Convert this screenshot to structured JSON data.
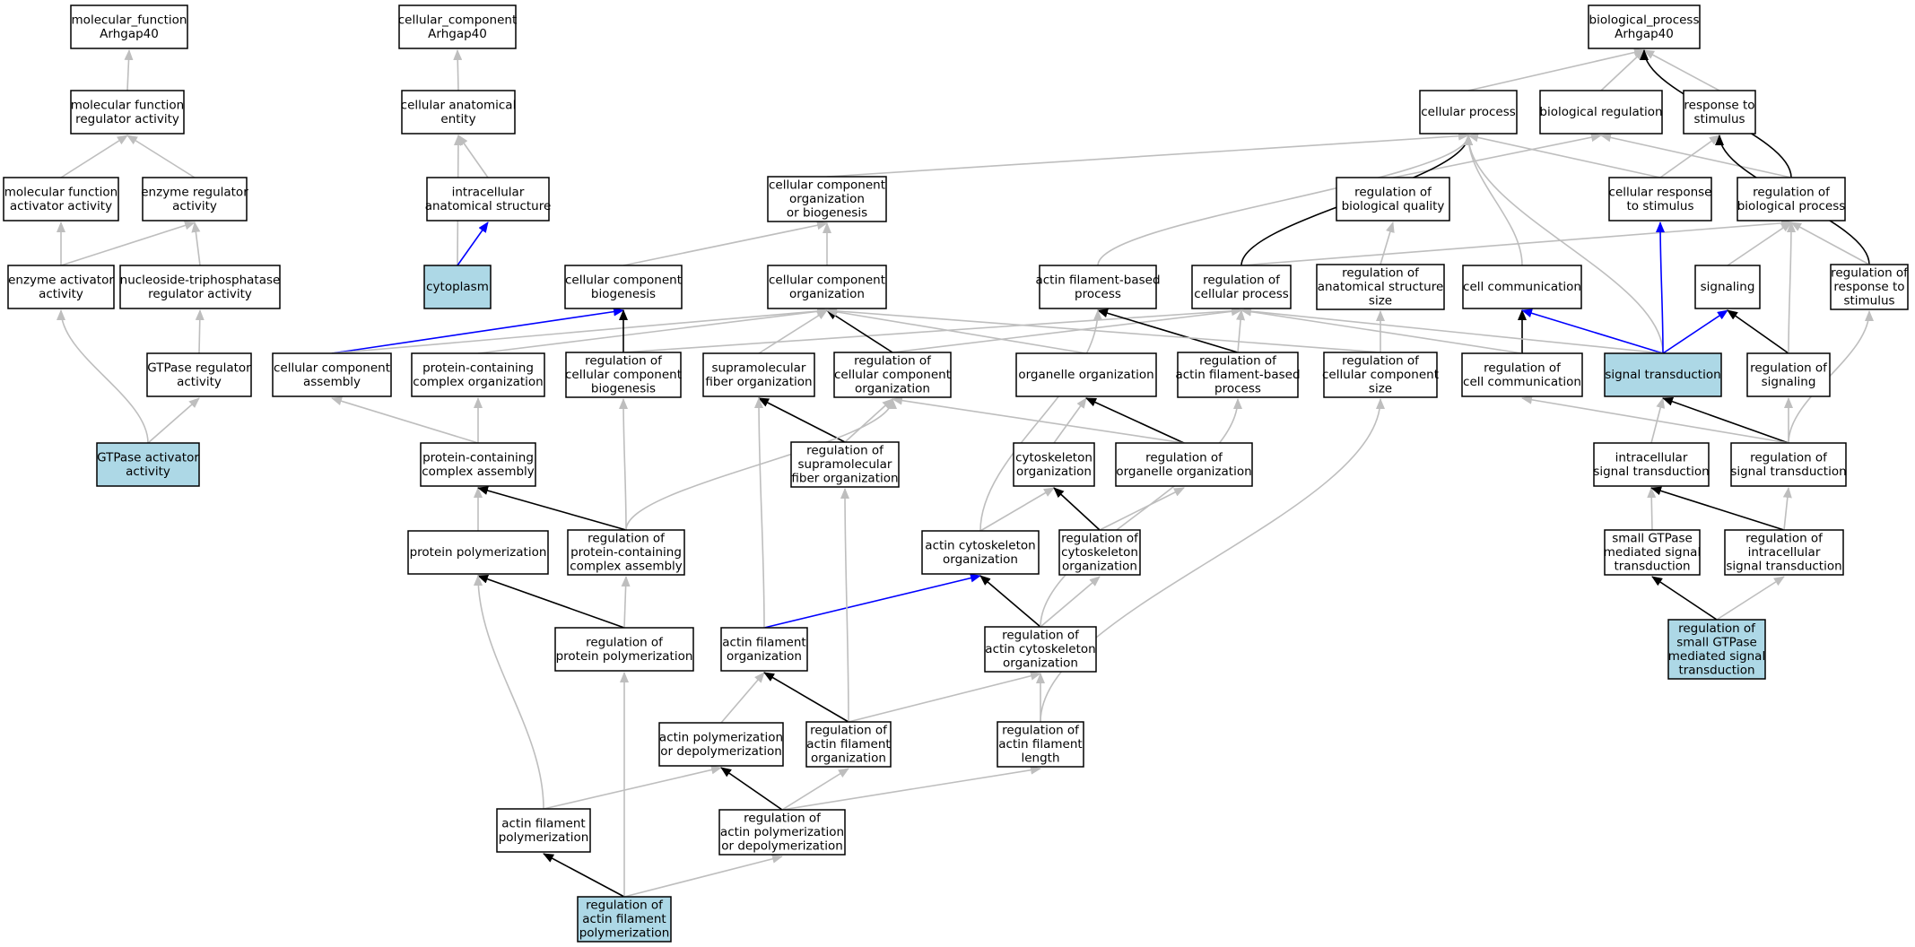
{
  "colors": {
    "node_fill": "#ffffff",
    "highlight_fill": "#add8e6",
    "edge_gray": "#bebebe",
    "edge_black": "#000000",
    "edge_blue": "#0000ff"
  },
  "nodes": [
    {
      "id": "mf",
      "lines": [
        "molecular_function",
        "Arhgap40"
      ],
      "highlight": false
    },
    {
      "id": "cc",
      "lines": [
        "cellular_component",
        "Arhgap40"
      ],
      "highlight": false
    },
    {
      "id": "bp",
      "lines": [
        "biological_process",
        "Arhgap40"
      ],
      "highlight": false
    },
    {
      "id": "mfra",
      "lines": [
        "molecular function",
        "regulator activity"
      ],
      "highlight": false
    },
    {
      "id": "cae",
      "lines": [
        "cellular anatomical",
        "entity"
      ],
      "highlight": false
    },
    {
      "id": "cellproc",
      "lines": [
        "cellular process"
      ],
      "highlight": false
    },
    {
      "id": "bioreg",
      "lines": [
        "biological regulation"
      ],
      "highlight": false
    },
    {
      "id": "rts",
      "lines": [
        "response to",
        "stimulus"
      ],
      "highlight": false
    },
    {
      "id": "mfaa",
      "lines": [
        "molecular function",
        "activator activity"
      ],
      "highlight": false
    },
    {
      "id": "enzra",
      "lines": [
        "enzyme regulator",
        "activity"
      ],
      "highlight": false
    },
    {
      "id": "ias",
      "lines": [
        "intracellular",
        "anatomical structure"
      ],
      "highlight": false
    },
    {
      "id": "ccob",
      "lines": [
        "cellular component",
        "organization",
        "or biogenesis"
      ],
      "highlight": false
    },
    {
      "id": "robq",
      "lines": [
        "regulation of",
        "biological quality"
      ],
      "highlight": false
    },
    {
      "id": "crts",
      "lines": [
        "cellular response",
        "to stimulus"
      ],
      "highlight": false
    },
    {
      "id": "robp",
      "lines": [
        "regulation of",
        "biological process"
      ],
      "highlight": false
    },
    {
      "id": "enzaa",
      "lines": [
        "enzyme activator",
        "activity"
      ],
      "highlight": false
    },
    {
      "id": "ntpra",
      "lines": [
        "nucleoside-triphosphatase",
        "regulator activity"
      ],
      "highlight": false
    },
    {
      "id": "cytoplasm",
      "lines": [
        "cytoplasm"
      ],
      "highlight": true
    },
    {
      "id": "ccb",
      "lines": [
        "cellular component",
        "biogenesis"
      ],
      "highlight": false
    },
    {
      "id": "cco",
      "lines": [
        "cellular component",
        "organization"
      ],
      "highlight": false
    },
    {
      "id": "afbp",
      "lines": [
        "actin filament-based",
        "process"
      ],
      "highlight": false
    },
    {
      "id": "rocp",
      "lines": [
        "regulation of",
        "cellular process"
      ],
      "highlight": false
    },
    {
      "id": "roass",
      "lines": [
        "regulation of",
        "anatomical structure",
        "size"
      ],
      "highlight": false
    },
    {
      "id": "cellcomm",
      "lines": [
        "cell communication"
      ],
      "highlight": false
    },
    {
      "id": "signaling",
      "lines": [
        "signaling"
      ],
      "highlight": false
    },
    {
      "id": "rorts",
      "lines": [
        "regulation of",
        "response to",
        "stimulus"
      ],
      "highlight": false
    },
    {
      "id": "gtpra",
      "lines": [
        "GTPase regulator",
        "activity"
      ],
      "highlight": false
    },
    {
      "id": "cca",
      "lines": [
        "cellular component",
        "assembly"
      ],
      "highlight": false
    },
    {
      "id": "pcco",
      "lines": [
        "protein-containing",
        "complex organization"
      ],
      "highlight": false
    },
    {
      "id": "roccb",
      "lines": [
        "regulation of",
        "cellular component",
        "biogenesis"
      ],
      "highlight": false
    },
    {
      "id": "sfo",
      "lines": [
        "supramolecular",
        "fiber organization"
      ],
      "highlight": false
    },
    {
      "id": "rocco",
      "lines": [
        "regulation of",
        "cellular component",
        "organization"
      ],
      "highlight": false
    },
    {
      "id": "oo",
      "lines": [
        "organelle organization"
      ],
      "highlight": false
    },
    {
      "id": "roafbp",
      "lines": [
        "regulation of",
        "actin filament-based",
        "process"
      ],
      "highlight": false
    },
    {
      "id": "roccs",
      "lines": [
        "regulation of",
        "cellular component",
        "size"
      ],
      "highlight": false
    },
    {
      "id": "rocc",
      "lines": [
        "regulation of",
        "cell communication"
      ],
      "highlight": false
    },
    {
      "id": "st",
      "lines": [
        "signal transduction"
      ],
      "highlight": true
    },
    {
      "id": "ros",
      "lines": [
        "regulation of",
        "signaling"
      ],
      "highlight": false
    },
    {
      "id": "gtpaa",
      "lines": [
        "GTPase activator",
        "activity"
      ],
      "highlight": true
    },
    {
      "id": "pcca",
      "lines": [
        "protein-containing",
        "complex assembly"
      ],
      "highlight": false
    },
    {
      "id": "rosfo",
      "lines": [
        "regulation of",
        "supramolecular",
        "fiber organization"
      ],
      "highlight": false
    },
    {
      "id": "cso",
      "lines": [
        "cytoskeleton",
        "organization"
      ],
      "highlight": false
    },
    {
      "id": "rooo",
      "lines": [
        "regulation of",
        "organelle organization"
      ],
      "highlight": false
    },
    {
      "id": "ist",
      "lines": [
        "intracellular",
        "signal transduction"
      ],
      "highlight": false
    },
    {
      "id": "rost",
      "lines": [
        "regulation of",
        "signal transduction"
      ],
      "highlight": false
    },
    {
      "id": "pp",
      "lines": [
        "protein polymerization"
      ],
      "highlight": false
    },
    {
      "id": "ropcca",
      "lines": [
        "regulation of",
        "protein-containing",
        "complex assembly"
      ],
      "highlight": false
    },
    {
      "id": "aco",
      "lines": [
        "actin cytoskeleton",
        "organization"
      ],
      "highlight": false
    },
    {
      "id": "roco",
      "lines": [
        "regulation of",
        "cytoskeleton",
        "organization"
      ],
      "highlight": false
    },
    {
      "id": "sgtpst",
      "lines": [
        "small GTPase",
        "mediated signal",
        "transduction"
      ],
      "highlight": false
    },
    {
      "id": "roist",
      "lines": [
        "regulation of",
        "intracellular",
        "signal transduction"
      ],
      "highlight": false
    },
    {
      "id": "ropp",
      "lines": [
        "regulation of",
        "protein polymerization"
      ],
      "highlight": false
    },
    {
      "id": "afo",
      "lines": [
        "actin filament",
        "organization"
      ],
      "highlight": false
    },
    {
      "id": "roaco",
      "lines": [
        "regulation of",
        "actin cytoskeleton",
        "organization"
      ],
      "highlight": false
    },
    {
      "id": "rosgtp",
      "lines": [
        "regulation of",
        "small GTPase",
        "mediated signal",
        "transduction"
      ],
      "highlight": true
    },
    {
      "id": "apod",
      "lines": [
        "actin polymerization",
        "or depolymerization"
      ],
      "highlight": false
    },
    {
      "id": "roafo",
      "lines": [
        "regulation of",
        "actin filament",
        "organization"
      ],
      "highlight": false
    },
    {
      "id": "roafl",
      "lines": [
        "regulation of",
        "actin filament",
        "length"
      ],
      "highlight": false
    },
    {
      "id": "afp",
      "lines": [
        "actin filament",
        "polymerization"
      ],
      "highlight": false
    },
    {
      "id": "roapod",
      "lines": [
        "regulation of",
        "actin polymerization",
        "or depolymerization"
      ],
      "highlight": false
    },
    {
      "id": "roafp",
      "lines": [
        "regulation of",
        "actin filament",
        "polymerization"
      ],
      "highlight": true
    }
  ],
  "edges": [
    {
      "from": "mfra",
      "to": "mf",
      "color": "gray"
    },
    {
      "from": "mfaa",
      "to": "mfra",
      "color": "gray"
    },
    {
      "from": "enzra",
      "to": "mfra",
      "color": "gray"
    },
    {
      "from": "enzaa",
      "to": "mfaa",
      "color": "gray"
    },
    {
      "from": "enzaa",
      "to": "enzra",
      "color": "gray"
    },
    {
      "from": "ntpra",
      "to": "enzra",
      "color": "gray"
    },
    {
      "from": "gtpra",
      "to": "ntpra",
      "color": "gray"
    },
    {
      "from": "gtpaa",
      "to": "enzaa",
      "color": "gray"
    },
    {
      "from": "gtpaa",
      "to": "gtpra",
      "color": "gray"
    },
    {
      "from": "cae",
      "to": "cc",
      "color": "gray"
    },
    {
      "from": "ias",
      "to": "cae",
      "color": "gray"
    },
    {
      "from": "cytoplasm",
      "to": "cae",
      "color": "gray"
    },
    {
      "from": "cytoplasm",
      "to": "ias",
      "color": "blue"
    },
    {
      "from": "cellproc",
      "to": "bp",
      "color": "gray"
    },
    {
      "from": "bioreg",
      "to": "bp",
      "color": "gray"
    },
    {
      "from": "rts",
      "to": "bp",
      "color": "gray"
    },
    {
      "from": "robp",
      "to": "bp",
      "color": "black"
    },
    {
      "from": "ccob",
      "to": "cellproc",
      "color": "gray"
    },
    {
      "from": "robq",
      "to": "bioreg",
      "color": "gray"
    },
    {
      "from": "crts",
      "to": "cellproc",
      "color": "gray"
    },
    {
      "from": "crts",
      "to": "rts",
      "color": "gray"
    },
    {
      "from": "robp",
      "to": "bioreg",
      "color": "gray"
    },
    {
      "from": "rorts",
      "to": "rts",
      "color": "black"
    },
    {
      "from": "ccb",
      "to": "ccob",
      "color": "gray"
    },
    {
      "from": "cco",
      "to": "ccob",
      "color": "gray"
    },
    {
      "from": "afbp",
      "to": "cellproc",
      "color": "gray"
    },
    {
      "from": "rocp",
      "to": "cellproc",
      "color": "black"
    },
    {
      "from": "rocp",
      "to": "robp",
      "color": "gray"
    },
    {
      "from": "roass",
      "to": "robq",
      "color": "gray"
    },
    {
      "from": "cellcomm",
      "to": "cellproc",
      "color": "gray"
    },
    {
      "from": "signaling",
      "to": "robp",
      "color": "gray"
    },
    {
      "from": "rorts",
      "to": "robp",
      "color": "gray"
    },
    {
      "from": "cca",
      "to": "ccb",
      "color": "blue"
    },
    {
      "from": "cca",
      "to": "cco",
      "color": "gray"
    },
    {
      "from": "pcco",
      "to": "cco",
      "color": "gray"
    },
    {
      "from": "roccb",
      "to": "ccb",
      "color": "black"
    },
    {
      "from": "roccb",
      "to": "rocp",
      "color": "gray"
    },
    {
      "from": "sfo",
      "to": "cco",
      "color": "gray"
    },
    {
      "from": "rocco",
      "to": "cco",
      "color": "black"
    },
    {
      "from": "rocco",
      "to": "rocp",
      "color": "gray"
    },
    {
      "from": "oo",
      "to": "cco",
      "color": "gray"
    },
    {
      "from": "roafbp",
      "to": "afbp",
      "color": "black"
    },
    {
      "from": "roafbp",
      "to": "rocp",
      "color": "gray"
    },
    {
      "from": "roccs",
      "to": "roass",
      "color": "gray"
    },
    {
      "from": "roccs",
      "to": "cco",
      "color": "gray"
    },
    {
      "from": "rocc",
      "to": "cellcomm",
      "color": "black"
    },
    {
      "from": "rocc",
      "to": "rocp",
      "color": "gray"
    },
    {
      "from": "st",
      "to": "cellproc",
      "color": "gray"
    },
    {
      "from": "st",
      "to": "crts",
      "color": "blue"
    },
    {
      "from": "st",
      "to": "cellcomm",
      "color": "blue"
    },
    {
      "from": "st",
      "to": "signaling",
      "color": "blue"
    },
    {
      "from": "st",
      "to": "rocp",
      "color": "gray"
    },
    {
      "from": "ros",
      "to": "signaling",
      "color": "black"
    },
    {
      "from": "ros",
      "to": "robp",
      "color": "gray"
    },
    {
      "from": "pcca",
      "to": "cca",
      "color": "gray"
    },
    {
      "from": "pcca",
      "to": "pcco",
      "color": "gray"
    },
    {
      "from": "rosfo",
      "to": "sfo",
      "color": "black"
    },
    {
      "from": "rosfo",
      "to": "rocco",
      "color": "gray"
    },
    {
      "from": "cso",
      "to": "oo",
      "color": "gray"
    },
    {
      "from": "rooo",
      "to": "oo",
      "color": "black"
    },
    {
      "from": "rooo",
      "to": "rocco",
      "color": "gray"
    },
    {
      "from": "ist",
      "to": "st",
      "color": "gray"
    },
    {
      "from": "rost",
      "to": "st",
      "color": "black"
    },
    {
      "from": "rost",
      "to": "ros",
      "color": "gray"
    },
    {
      "from": "rost",
      "to": "rocc",
      "color": "gray"
    },
    {
      "from": "rost",
      "to": "rorts",
      "color": "gray"
    },
    {
      "from": "pp",
      "to": "pcca",
      "color": "gray"
    },
    {
      "from": "ropcca",
      "to": "pcca",
      "color": "black"
    },
    {
      "from": "ropcca",
      "to": "roccb",
      "color": "gray"
    },
    {
      "from": "ropcca",
      "to": "rocco",
      "color": "gray"
    },
    {
      "from": "aco",
      "to": "cso",
      "color": "gray"
    },
    {
      "from": "aco",
      "to": "afbp",
      "color": "gray"
    },
    {
      "from": "roco",
      "to": "cso",
      "color": "black"
    },
    {
      "from": "roco",
      "to": "rooo",
      "color": "gray"
    },
    {
      "from": "sgtpst",
      "to": "ist",
      "color": "gray"
    },
    {
      "from": "roist",
      "to": "ist",
      "color": "black"
    },
    {
      "from": "roist",
      "to": "rost",
      "color": "gray"
    },
    {
      "from": "ropp",
      "to": "pp",
      "color": "black"
    },
    {
      "from": "ropp",
      "to": "ropcca",
      "color": "gray"
    },
    {
      "from": "afo",
      "to": "aco",
      "color": "blue"
    },
    {
      "from": "afo",
      "to": "sfo",
      "color": "gray"
    },
    {
      "from": "roaco",
      "to": "aco",
      "color": "black"
    },
    {
      "from": "roaco",
      "to": "roco",
      "color": "gray"
    },
    {
      "from": "roaco",
      "to": "roafbp",
      "color": "gray"
    },
    {
      "from": "rosgtp",
      "to": "sgtpst",
      "color": "black"
    },
    {
      "from": "rosgtp",
      "to": "roist",
      "color": "gray"
    },
    {
      "from": "apod",
      "to": "afo",
      "color": "gray"
    },
    {
      "from": "roafo",
      "to": "afo",
      "color": "black"
    },
    {
      "from": "roafo",
      "to": "roaco",
      "color": "gray"
    },
    {
      "from": "roafo",
      "to": "rosfo",
      "color": "gray"
    },
    {
      "from": "roafl",
      "to": "roaco",
      "color": "gray"
    },
    {
      "from": "roafl",
      "to": "roccs",
      "color": "gray"
    },
    {
      "from": "afp",
      "to": "apod",
      "color": "gray"
    },
    {
      "from": "afp",
      "to": "pp",
      "color": "gray"
    },
    {
      "from": "roapod",
      "to": "apod",
      "color": "black"
    },
    {
      "from": "roapod",
      "to": "roafo",
      "color": "gray"
    },
    {
      "from": "roapod",
      "to": "roafl",
      "color": "gray"
    },
    {
      "from": "roafp",
      "to": "afp",
      "color": "black"
    },
    {
      "from": "roafp",
      "to": "roapod",
      "color": "gray"
    },
    {
      "from": "roafp",
      "to": "ropp",
      "color": "gray"
    }
  ]
}
